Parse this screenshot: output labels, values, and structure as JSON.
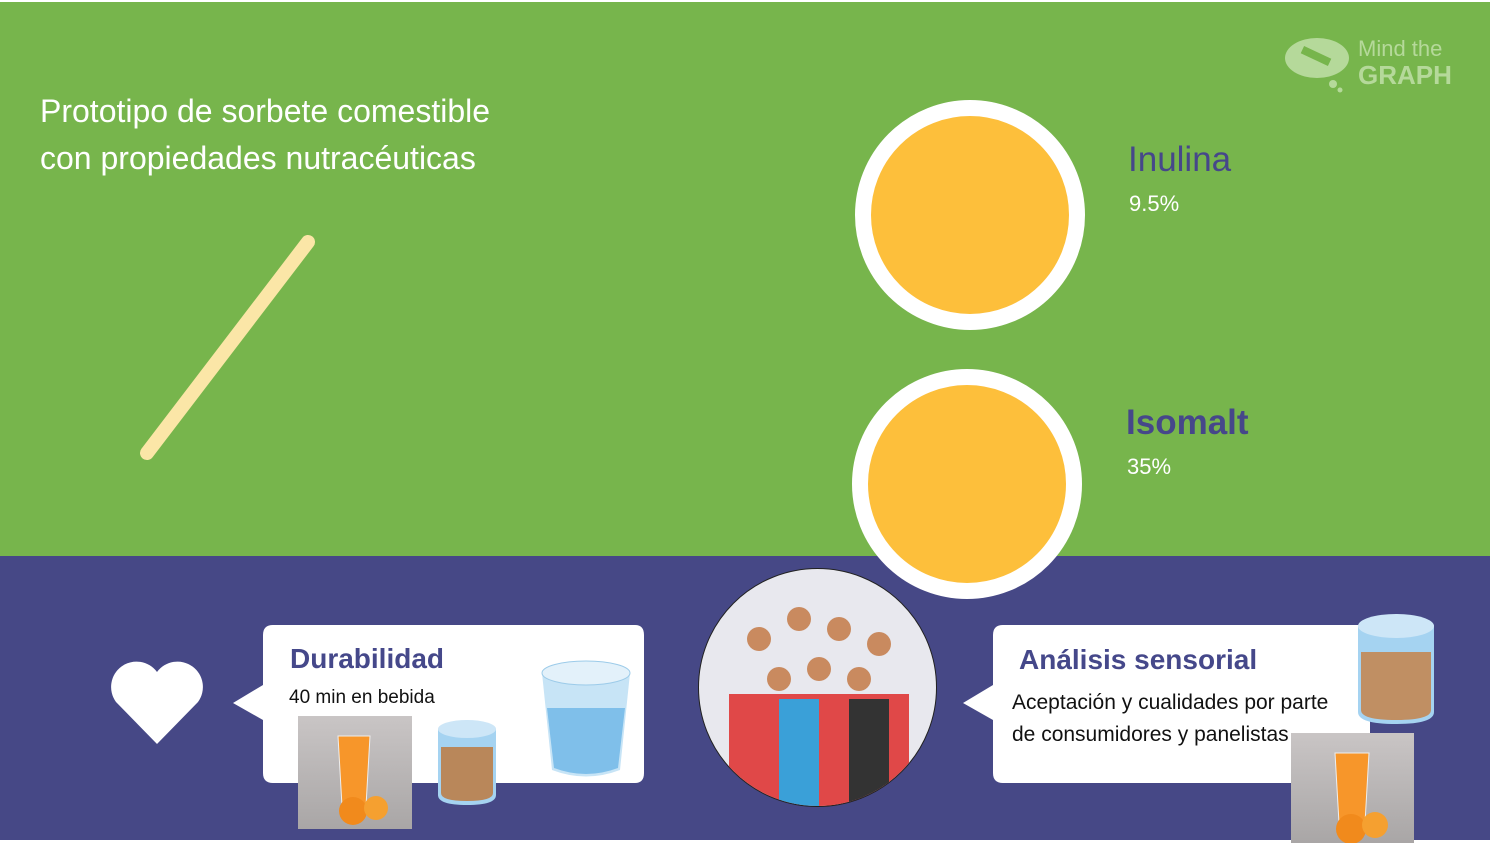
{
  "title_line1": "Prototipo de sorbete comestible",
  "title_line2": "con propiedades nutracéuticas",
  "logo": {
    "line1": "Mind the",
    "line2": "GRAPH"
  },
  "ingredients": [
    {
      "name": "Inulina",
      "value": "9.5%"
    },
    {
      "name": "Isomalt",
      "value": "35%"
    }
  ],
  "durability": {
    "title": "Durabilidad",
    "text": "40 min en bebida"
  },
  "sensory": {
    "title": "Análisis sensorial",
    "text": "Aceptación y cualidades por parte de consumidores y panelistas"
  },
  "colors": {
    "green": "#77b54c",
    "purple": "#464886",
    "yellow": "#fdbf3b"
  }
}
